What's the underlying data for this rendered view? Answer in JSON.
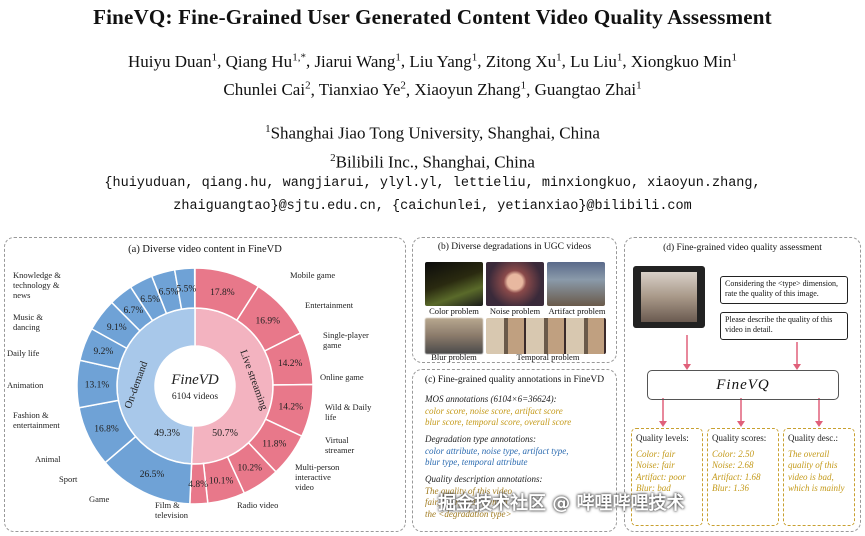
{
  "paper": {
    "title": "FineVQ: Fine-Grained User Generated Content Video Quality Assessment",
    "authors_line1": [
      "Huiyu Duan",
      "Qiang Hu",
      "Jiarui Wang",
      "Liu Yang",
      "Zitong Xu",
      "Lu Liu",
      "Xiongkuo Min"
    ],
    "authors_line1_sup": [
      "1",
      "1,*",
      "1",
      "1",
      "1",
      "1",
      "1"
    ],
    "authors_line2": [
      "Chunlei Cai",
      "Tianxiao Ye",
      "Xiaoyun Zhang",
      "Guangtao Zhai"
    ],
    "authors_line2_sup": [
      "2",
      "2",
      "1",
      "1"
    ],
    "affiliation1": "Shanghai Jiao Tong University, Shanghai, China",
    "affiliation2": "Bilibili Inc., Shanghai, China",
    "email_line1": "{huiyuduan, qiang.hu, wangjiarui, ylyl.yl, lettieliu, minxiongkuo, xiaoyun.zhang,",
    "email_line2": "zhaiguangtao}@sjtu.edu.cn, {caichunlei, yetianxiao}@bilibili.com"
  },
  "panel_a": {
    "title": "(a) Diverse video content in FineVD",
    "center_name": "FineVD",
    "center_count": "6104 videos",
    "left_label": "On-demand",
    "right_label": "Live streaming",
    "left_total": "49.3%",
    "right_total": "50.7%",
    "left_categories": [
      {
        "name": "Knowledge & technology & news",
        "pct": "26.5%"
      },
      {
        "name": "Music & dancing",
        "pct": "16.8%"
      },
      {
        "name": "Daily life",
        "pct": "13.1%"
      },
      {
        "name": "Animation",
        "pct": "9.2%"
      },
      {
        "name": "Fashion & entertainment",
        "pct": "9.1%"
      },
      {
        "name": "Animal",
        "pct": "6.7%"
      },
      {
        "name": "Sport",
        "pct": "6.5%"
      },
      {
        "name": "Game",
        "pct": "6.5%"
      },
      {
        "name": "Film & television",
        "pct": "5.5%"
      }
    ],
    "right_categories": [
      {
        "name": "Mobile game",
        "pct": "17.8%"
      },
      {
        "name": "Entertainment",
        "pct": "16.9%"
      },
      {
        "name": "Single-player game",
        "pct": "14.2%"
      },
      {
        "name": "Online game",
        "pct": "14.2%"
      },
      {
        "name": "Wild & Daily life",
        "pct": "11.8%"
      },
      {
        "name": "Virtual streamer",
        "pct": "10.2%"
      },
      {
        "name": "Multi-person interactive video",
        "pct": "10.1%"
      },
      {
        "name": "Radio video",
        "pct": "4.8%"
      }
    ]
  },
  "panel_b": {
    "title": "(b) Diverse degradations in UGC videos",
    "captions": [
      "Color problem",
      "Noise problem",
      "Artifact problem",
      "Blur problem",
      "Temporal problem"
    ]
  },
  "panel_c": {
    "title": "(c) Fine-grained quality annotations in FineVD",
    "mos_header": "MOS annotations (6104×6=36624):",
    "mos_line1": "color score, noise score, artifact score",
    "mos_line2": "blur score, temporal score, overall score",
    "deg_header": "Degradation type annotations:",
    "deg_line1": "color attribute, noise type, artifact type,",
    "deg_line2": "blur type, temporal attribute",
    "desc_header": "Quality description annotations:",
    "desc_line1": "The quality of this video",
    "desc_line2": "fair, poor, bad>, which",
    "desc_line3": "the <degradation type>"
  },
  "panel_d": {
    "title": "(d) Fine-grained video quality assessment",
    "prompt1": "Considering the <type> dimension, rate the quality of this image.",
    "prompt2": "Please describe the quality of this video in detail.",
    "model_name": "FineVQ",
    "levels_header": "Quality levels:",
    "levels": [
      "Color: fair",
      "Noise: fair",
      "Artifact: poor",
      "Blur: bad"
    ],
    "scores_header": "Quality scores:",
    "scores": [
      "Color: 2.50",
      "Noise: 2.68",
      "Artifact: 1.68",
      "Blur: 1.36"
    ],
    "desc_header": "Quality desc.:",
    "desc_text": "The overall quality of this video is bad, which is mainly"
  },
  "watermark": "掘金技术社区 @ 哔哩哔哩技术",
  "colors": {
    "on_demand": "#6fa2d6",
    "live": "#e8788a",
    "dashed": "#999999",
    "gold": "#c49a1a"
  }
}
